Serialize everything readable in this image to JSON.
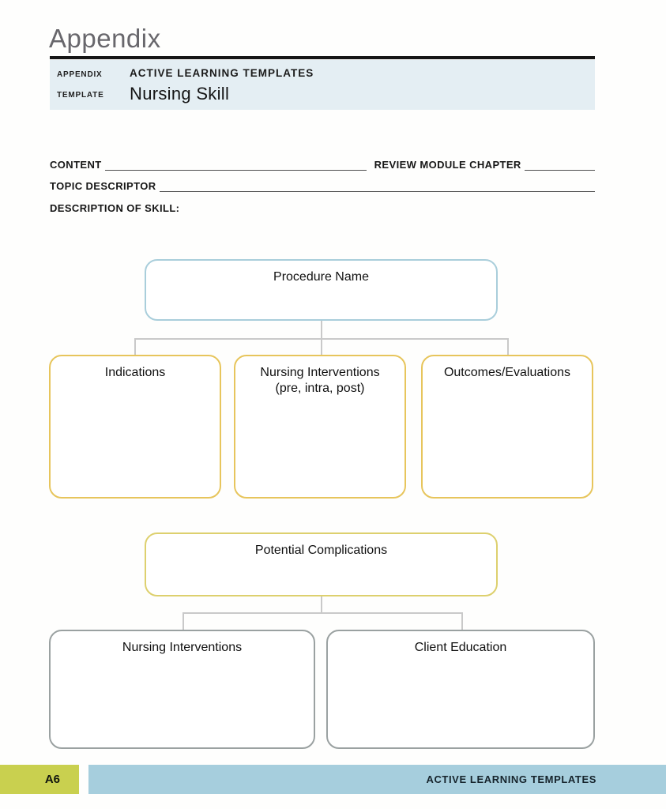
{
  "page_title": "Appendix",
  "header": {
    "row1_label": "APPENDIX",
    "row1_value": "ACTIVE LEARNING TEMPLATES",
    "row2_label": "TEMPLATE",
    "row2_value": "Nursing Skill"
  },
  "form": {
    "content_label": "CONTENT",
    "review_module_label": "REVIEW MODULE CHAPTER",
    "topic_descriptor_label": "TOPIC DESCRIPTOR",
    "description_label": "DESCRIPTION OF SKILL:"
  },
  "diagram": {
    "root": {
      "label": "Procedure Name"
    },
    "children": [
      {
        "label": "Indications",
        "sublabel": ""
      },
      {
        "label": "Nursing Interventions",
        "sublabel": "(pre, intra, post)"
      },
      {
        "label": "Outcomes/Evaluations",
        "sublabel": ""
      }
    ],
    "complications": {
      "label": "Potential Complications"
    },
    "complication_children": [
      {
        "label": "Nursing Interventions"
      },
      {
        "label": "Client Education"
      }
    ]
  },
  "footer": {
    "page_number": "A6",
    "label": "ACTIVE LEARNING TEMPLATES"
  },
  "colors": {
    "header_band": "#e4eef3",
    "title_grey": "#68676c",
    "box_blue_border": "#a9cedb",
    "box_gold_border": "#e7c55c",
    "box_olive_border": "#ddd06e",
    "box_grey_border": "#9aa1a1",
    "connector_grey": "#c9c9c9",
    "footer_green": "#c9d04f",
    "footer_blue": "#a6cedd"
  }
}
